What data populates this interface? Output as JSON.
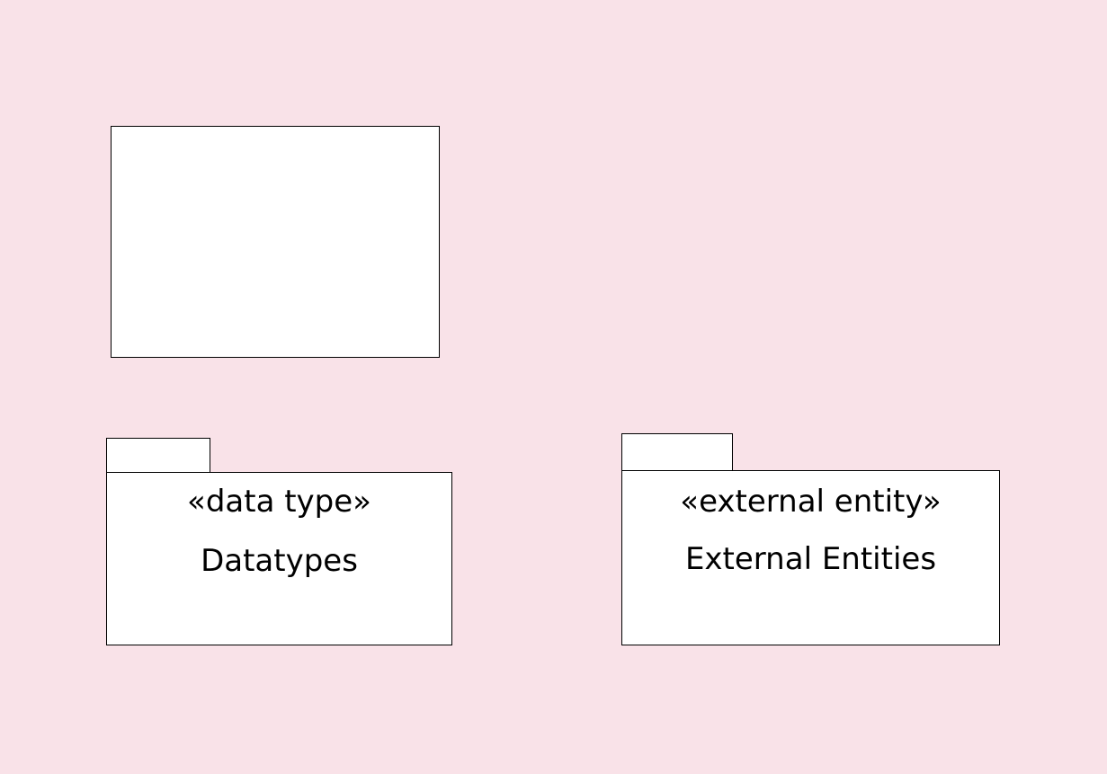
{
  "diagram": {
    "background_color": "#f9e2e8",
    "element_fill": "#ffffff",
    "stroke_color": "#000000",
    "empty_box": {
      "label": ""
    },
    "packages": [
      {
        "stereotype": "«data type»",
        "name": "Datatypes"
      },
      {
        "stereotype": "«external entity»",
        "name": "External Entities"
      }
    ]
  }
}
